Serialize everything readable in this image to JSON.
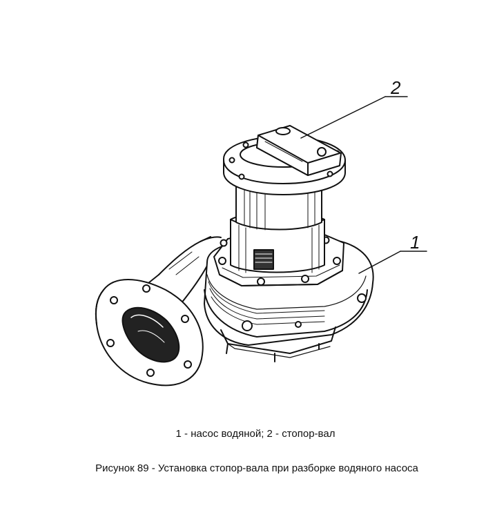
{
  "figure": {
    "callouts": [
      {
        "number": "1",
        "target": "water-pump"
      },
      {
        "number": "2",
        "target": "shaft-stopper"
      }
    ],
    "legend": "1 - насос водяной; 2 - стопор-вал"
  },
  "caption": "Рисунок 89 - Установка стопор-вала при разборке водяного насоса"
}
